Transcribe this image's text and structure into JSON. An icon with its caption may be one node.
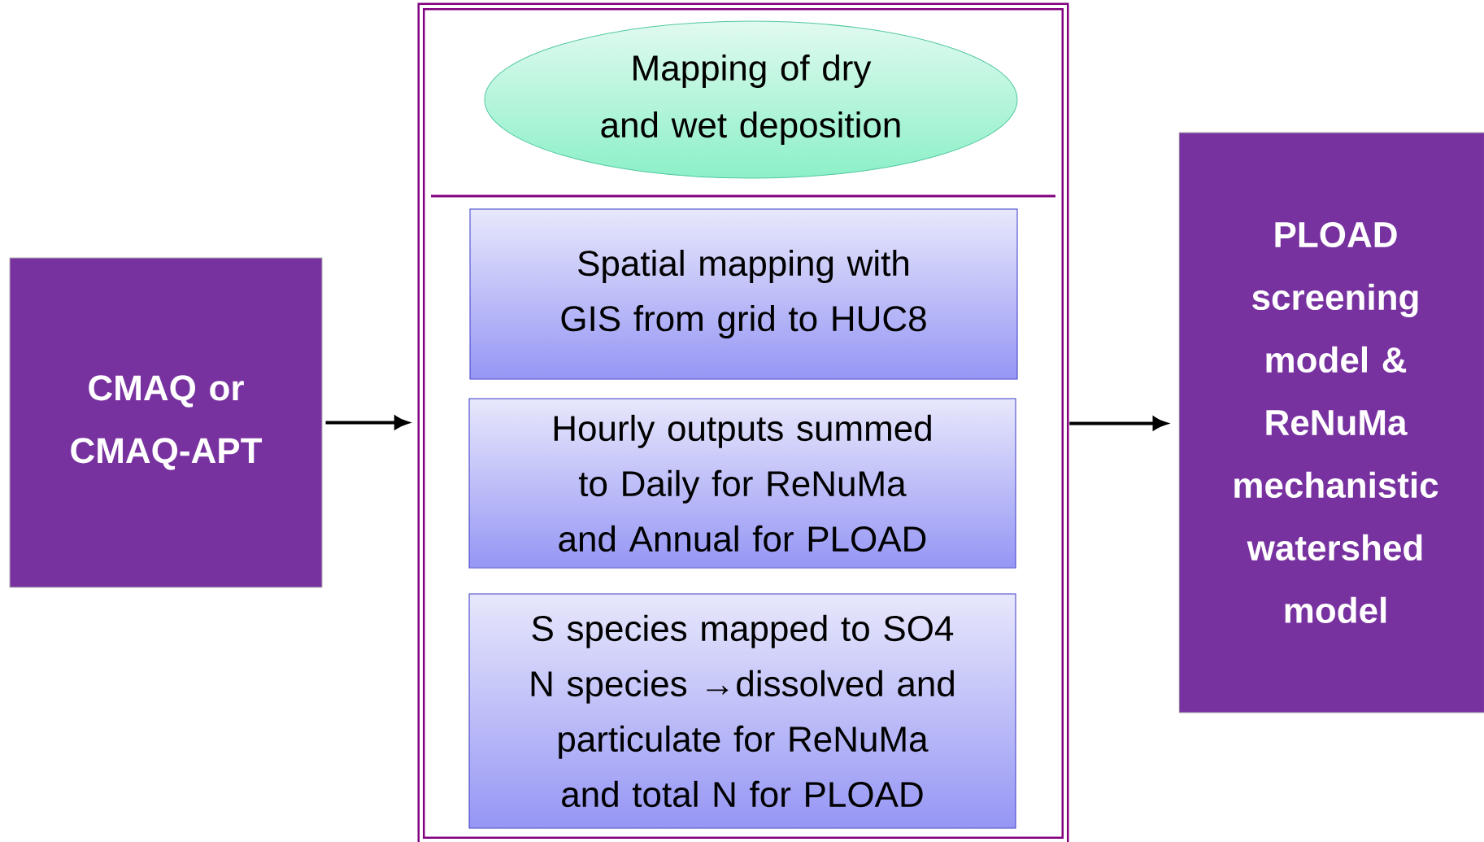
{
  "diagram": {
    "nodes": [
      {
        "text": [
          "CMAQ or CMAQ-APT"
        ]
      },
      {
        "text": [],
        "shape": "box"
      },
      {
        "text": [
          "Mapping of dry and wet deposition"
        ],
        "in": 1
      },
      {
        "text": [
          "Spatial mapping with GIS from grid to HUC8"
        ],
        "in": 1
      },
      {
        "text": [
          "Hourly outputs summed to Daily for ReNuMa and Annual for PLOAD"
        ],
        "in": 1
      },
      {
        "text": [
          "S species mapped to SO4 N species →dissolved and particulate for ReNuMa and total N for PLOAD"
        ],
        "in": 1
      },
      {
        "text": [
          "PLOAD screening model & ReNuMa mechanistic watershed model"
        ]
      }
    ],
    "edges": [
      {
        "from": 0,
        "to": 1,
        "arrow": "to"
      },
      {
        "from": 1,
        "to": 6,
        "arrow": "to"
      }
    ]
  }
}
